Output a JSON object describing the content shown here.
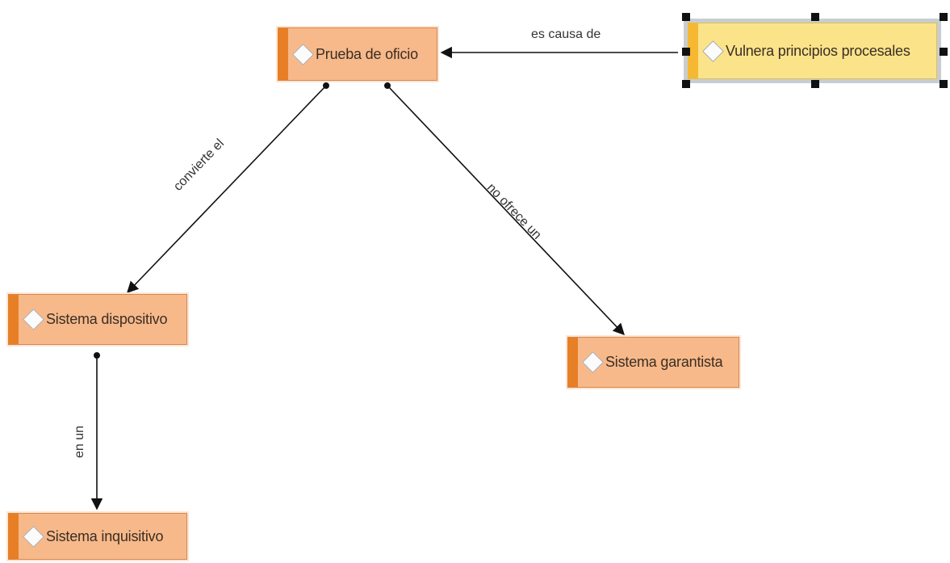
{
  "nodes": {
    "prueba": {
      "label": "Prueba de oficio"
    },
    "vulnera": {
      "label": "Vulnera principios  procesales"
    },
    "dispositivo": {
      "label": "Sistema dispositivo"
    },
    "garantista": {
      "label": "Sistema garantista"
    },
    "inquisitivo": {
      "label": "Sistema inquisitivo"
    }
  },
  "links": {
    "es_causa": {
      "label": "es causa de"
    },
    "convierte": {
      "label": "convierte el"
    },
    "no_ofrece": {
      "label": "no ofrece un"
    },
    "en_un": {
      "label": "en un"
    }
  },
  "colors": {
    "node_fill": "#f7b98a",
    "node_accent": "#e77f26",
    "selected_fill": "#fbe38a",
    "selected_accent": "#f6b832",
    "connector": "#111111"
  }
}
